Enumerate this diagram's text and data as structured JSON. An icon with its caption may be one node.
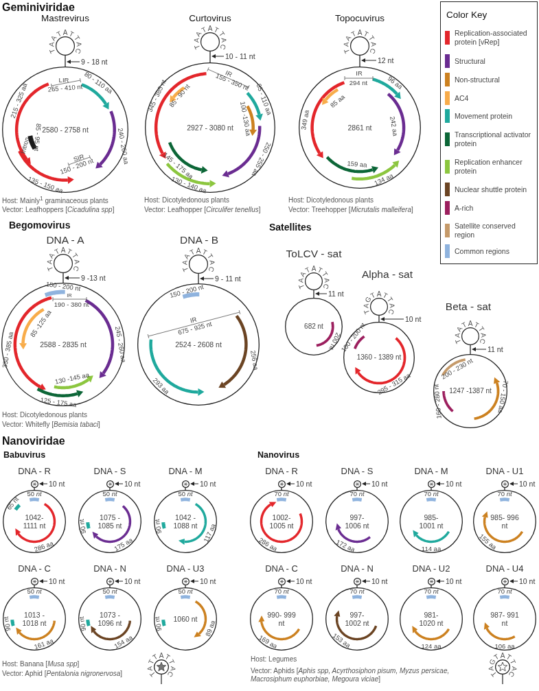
{
  "diagram": {
    "nodes": [
      {
        "text": [
          "TAATATTAC"
        ]
      },
      {
        "text": [
          "2580 - 2758 nt"
        ]
      },
      {
        "text": [
          "TAATATTAC"
        ]
      },
      {
        "text": [
          "2927 - 3080 nt"
        ]
      },
      {
        "text": [
          "TAATATTAC"
        ]
      },
      {
        "text": [
          "2861 nt"
        ]
      },
      {
        "text": [
          "TAATATTAC"
        ]
      },
      {
        "text": [
          "2588 - 2835 nt"
        ]
      },
      {
        "text": [
          "TAATATTAC"
        ]
      },
      {
        "text": [
          "2524 - 2608 nt"
        ]
      },
      {
        "text": [
          "TAATATTAC"
        ]
      },
      {
        "text": [
          "682 nt"
        ]
      },
      {
        "text": [
          "TAGTATTAC"
        ]
      },
      {
        "text": [
          "1360 - 1389 nt"
        ]
      },
      {
        "text": [
          "TAATATTAC"
        ]
      },
      {
        "text": [
          "1247 -1387 nt"
        ]
      },
      {
        "text": [],
        "shape": "circle"
      },
      {
        "text": [
          "1042- 1111 nt"
        ]
      },
      {
        "text": [],
        "shape": "circle"
      },
      {
        "text": [
          "1075 - 1085 nt"
        ]
      },
      {
        "text": [],
        "shape": "circle"
      },
      {
        "text": [
          "1042 - 1088 nt"
        ]
      },
      {
        "text": [],
        "shape": "circle"
      },
      {
        "text": [
          "1002- 1005 nt"
        ]
      },
      {
        "text": [],
        "shape": "circle"
      },
      {
        "text": [
          "997- 1006 nt"
        ]
      },
      {
        "text": [],
        "shape": "circle"
      },
      {
        "text": [
          "985- 1001 nt"
        ]
      },
      {
        "text": [],
        "shape": "circle"
      },
      {
        "text": [
          "985- 996 nt"
        ]
      },
      {
        "text": [],
        "shape": "circle"
      },
      {
        "text": [
          "1013 - 1018 nt"
        ]
      },
      {
        "text": [],
        "shape": "circle"
      },
      {
        "text": [
          "1073 - 1096 nt"
        ]
      },
      {
        "text": [],
        "shape": "circle"
      },
      {
        "text": [
          "1060 nt"
        ]
      },
      {
        "text": [],
        "shape": "circle"
      },
      {
        "text": [
          "990- 999 nt"
        ]
      },
      {
        "text": [],
        "shape": "circle"
      },
      {
        "text": [
          "997- 1002 nt"
        ]
      },
      {
        "text": [],
        "shape": "circle"
      },
      {
        "text": [
          "981- 1020 nt"
        ]
      },
      {
        "text": [],
        "shape": "circle"
      },
      {
        "text": [
          "987- 991 nt"
        ]
      },
      {
        "text": [
          "TATTATTAC"
        ]
      },
      {
        "text": [
          "TAGTATTAC"
        ]
      }
    ],
    "edges": [
      {
        "from": 0,
        "to": 1,
        "arrow": "none"
      },
      {
        "from": 2,
        "to": 3,
        "arrow": "none"
      },
      {
        "from": 4,
        "to": 5,
        "arrow": "none"
      },
      {
        "from": 6,
        "to": 7,
        "arrow": "none"
      },
      {
        "from": 8,
        "to": 9,
        "arrow": "none"
      },
      {
        "from": 10,
        "to": 11,
        "arrow": "none"
      },
      {
        "from": 12,
        "to": 13,
        "arrow": "none"
      },
      {
        "from": 14,
        "to": 15,
        "arrow": "none"
      },
      {
        "from": 16,
        "to": 17,
        "arrow": "none"
      },
      {
        "from": 18,
        "to": 19,
        "arrow": "none"
      },
      {
        "from": 20,
        "to": 21,
        "arrow": "none"
      },
      {
        "from": 22,
        "to": 23,
        "arrow": "none"
      },
      {
        "from": 24,
        "to": 25,
        "arrow": "none"
      },
      {
        "from": 26,
        "to": 27,
        "arrow": "none"
      },
      {
        "from": 28,
        "to": 29,
        "arrow": "none"
      },
      {
        "from": 30,
        "to": 31,
        "arrow": "none"
      },
      {
        "from": 32,
        "to": 33,
        "arrow": "none"
      },
      {
        "from": 34,
        "to": 35,
        "arrow": "none"
      },
      {
        "from": 36,
        "to": 37,
        "arrow": "none"
      },
      {
        "from": 38,
        "to": 39,
        "arrow": "none"
      },
      {
        "from": 40,
        "to": 41,
        "arrow": "none"
      },
      {
        "from": 42,
        "to": 43,
        "arrow": "none"
      }
    ],
    "labels": [
      "Geminiviridae",
      "Mastrevirus",
      "9 - 18 nt",
      "LIR",
      "265 - 410 nt",
      "80 - 110 aa",
      "215 - 325 aa",
      "240 - 260 aa",
      "85 - 95 nt",
      "Intron",
      "SIR",
      "150 - 200 nt",
      "135 - 150 aa",
      "Host: Mainly$^{1}$ graminaceous plants",
      "Vector: Leafhoppers [*Cicadulina spp*]",
      "Curtovirus",
      "10 - 11 nt",
      "IR",
      "155 - 350 nt",
      "85 - 110 aa",
      "345 - 385 nt",
      "85 - 90 nt",
      "100 -130 aa",
      "250 - 255 aa",
      "145 - 175 aa",
      "130 - 140 aa",
      "Host: Dicotyledonous plants",
      "Vector: Leafhopper [*Circulifer tenellus*]",
      "Topocuvirus",
      "12 nt",
      "IR",
      "294 nt",
      "96 aa",
      "85 aa",
      "349 aa",
      "242 aa",
      "159 aa",
      "134 aa",
      "Host: Dicotyledonous plants",
      "Vector: Treehopper [*Micrutalis malleifera*]",
      "Begomovirus",
      "DNA - A",
      "9 -13 nt",
      "150 - 200 nt",
      "IR",
      "190 - 380 nt",
      "85 -125 aa",
      "350 - 385 aa",
      "245 - 260 aa",
      "130 -145 aa",
      "125 - 175 aa",
      "Host: Dicotyledonous plants",
      "Vector: Whitefly [*Bemisia tabaci*]",
      "DNA - B",
      "9 - 11 nt",
      "150 - 200 nt",
      "IR",
      "675 - 925 nt",
      "256 aa",
      "293 aa",
      "Satellites",
      "ToLCV - sat",
      "11 nt",
      "200 nt",
      "Alpha - sat",
      "10 nt",
      "100 - 200 nt",
      "295 - 315 aa",
      "Beta - sat",
      "11 nt",
      "200 - 230 nt",
      "160 - 280 nt",
      "70 - 150 aa",
      "Nanoviridae",
      "Babuvirus",
      "Nanovirus",
      "DNA - R",
      "10 nt",
      "50 *nt*",
      "65 nt",
      "286 aa",
      "DNA - S",
      "10 nt",
      "50 *nt*",
      "90 nt",
      "175 aa",
      "DNA - M",
      "10 nt",
      "50 *nt*",
      "90 nt",
      "117 aa",
      "DNA - R",
      "10 nt",
      "70 *nt*",
      "286 aa",
      "DNA - S",
      "10 nt",
      "70 *nt*",
      "172 aa",
      "DNA - M",
      "10 nt",
      "70 *nt*",
      "114 aa",
      "DNA - U1",
      "10 nt",
      "70 *nt*",
      "155 aa",
      "DNA - C",
      "10 nt",
      "50 *nt*",
      "90 nt",
      "161 aa",
      "DNA - N",
      "10 nt",
      "50 *nt*",
      "90 nt",
      "154 aa",
      "DNA - U3",
      "10 nt",
      "50 *nt*",
      "90 nt",
      "89 aa",
      "DNA - C",
      "10 nt",
      "70 *nt*",
      "169 aa",
      "DNA - N",
      "10 nt",
      "70 *nt*",
      "153 aa",
      "DNA - U2",
      "10 nt",
      "70 *nt*",
      "124 aa",
      "DNA - U4",
      "10 nt",
      "70 *nt*",
      "106 aa",
      "Host: Banana [*Musa spp*]",
      "Vector: Aphid [*Pentalonia nigronervosa*]",
      "Host: Legumes",
      "Vector: Aphids [*Aphis spp, Acyrthosiphon pisum, Myzus persicae, Macrosiphum euphorbiae, Megoura viciae*]",
      "Color Key"
    ],
    "legend": [
      {
        "text": "Replication-associated protein [vRep]",
        "color": "#e3262b"
      },
      {
        "text": "Structural",
        "color": "#6a2c91"
      },
      {
        "text": "Non-structural",
        "color": "#cc8120"
      },
      {
        "text": "AC4",
        "color": "#f8ac4a"
      },
      {
        "text": "Movement protein",
        "color": "#1fa99d"
      },
      {
        "text": "Transcriptional activator protein",
        "color": "#0c6637"
      },
      {
        "text": "Replication enhancer protein",
        "color": "#8cc63f"
      },
      {
        "text": "Nuclear shuttle protein",
        "color": "#6b4423"
      },
      {
        "text": "A-rich",
        "color": "#9c1f5e"
      },
      {
        "text": "Satellite conserved region",
        "color": "#c59a6a"
      },
      {
        "text": "Common regions",
        "color": "#8fb3de"
      }
    ]
  }
}
